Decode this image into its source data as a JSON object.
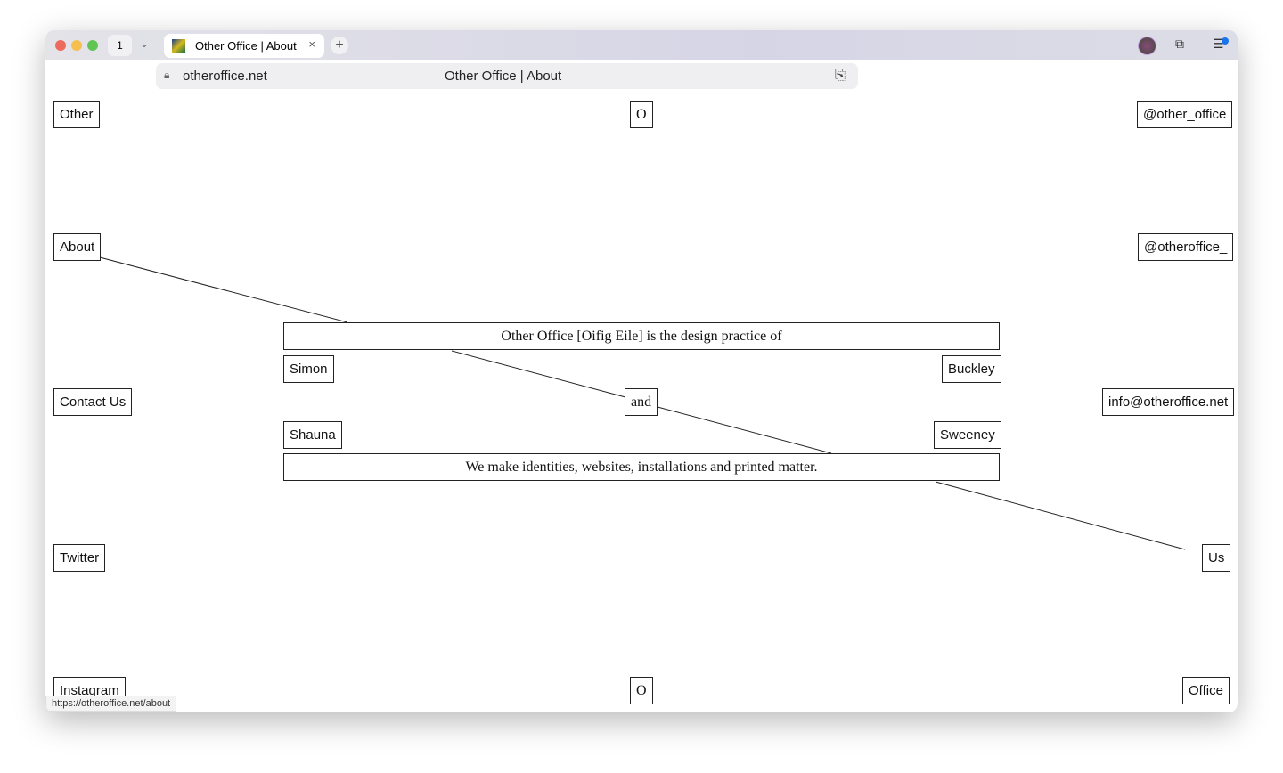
{
  "browser": {
    "tab_count": "1",
    "tab_title": "Other Office | About",
    "url_host": "otheroffice.net",
    "page_title": "Other Office | About",
    "status_url": "https://otheroffice.net/about"
  },
  "nav": {
    "other": "Other",
    "o_top": "O",
    "handle1": "@other_office",
    "about": "About",
    "handle2": "@otheroffice_",
    "contact": "Contact Us",
    "email": "info@otheroffice.net",
    "twitter": "Twitter",
    "us": "Us",
    "instagram": "Instagram",
    "o_bottom": "O",
    "office": "Office"
  },
  "content": {
    "intro": "Other Office [Oifig Eile] is the design practice of",
    "simon": "Simon",
    "buckley": "Buckley",
    "and": "and",
    "shauna": "Shauna",
    "sweeney": "Sweeney",
    "tagline": "We make identities, websites, installations and printed matter."
  },
  "colors": {
    "close": "#ed6a5e",
    "min": "#f5bf4f",
    "max": "#61c554"
  }
}
